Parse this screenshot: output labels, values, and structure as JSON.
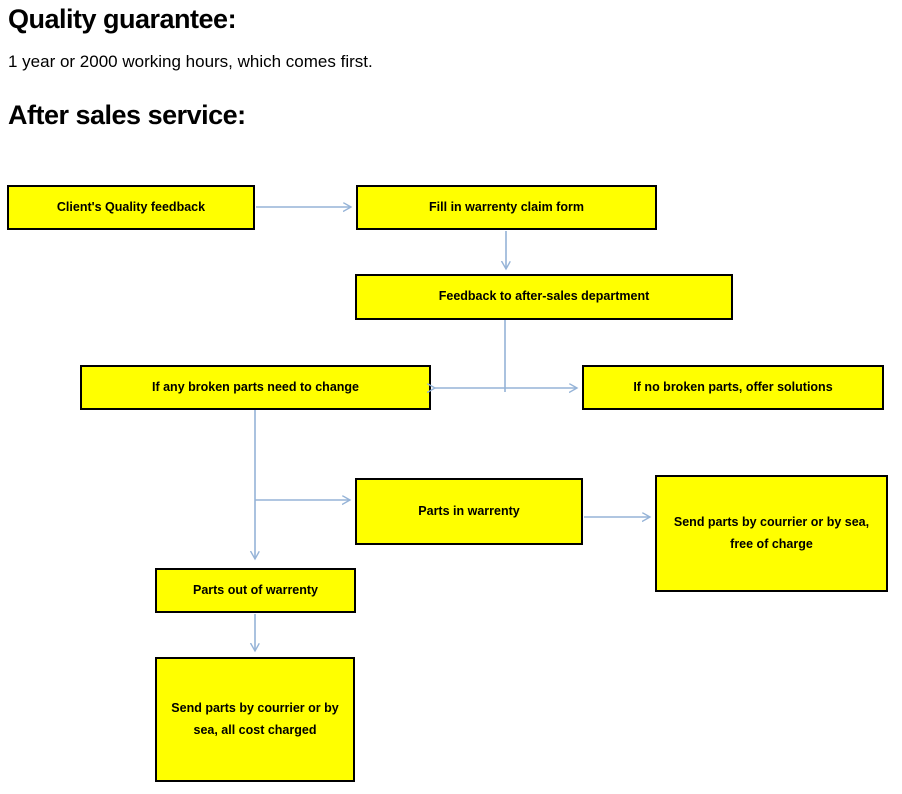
{
  "headings": {
    "quality_title": "Quality guarantee:",
    "quality_text": "1 year or 2000 working hours, which comes first.",
    "service_title": "After sales service:"
  },
  "colors": {
    "node_fill": "#FFFF00",
    "node_border": "#000000",
    "node_text": "#000000",
    "arrow": "#95B3D7",
    "background": "#FFFFFF"
  },
  "flow": {
    "nodes": [
      {
        "id": "client-feedback",
        "label": "Client's Quality feedback"
      },
      {
        "id": "claim-form",
        "label": "Fill in warrenty claim form"
      },
      {
        "id": "feedback-dept",
        "label": "Feedback to after-sales department"
      },
      {
        "id": "broken-parts",
        "label": "If any broken parts need to change"
      },
      {
        "id": "no-broken-parts",
        "label": "If no broken parts, offer solutions"
      },
      {
        "id": "parts-in-warranty",
        "label": "Parts in warrenty"
      },
      {
        "id": "send-free",
        "label": "Send parts by courrier or by sea, free of charge"
      },
      {
        "id": "parts-out-warranty",
        "label": "Parts out of warrenty"
      },
      {
        "id": "send-charged",
        "label": "Send parts by courrier or by sea, all cost charged"
      }
    ]
  }
}
